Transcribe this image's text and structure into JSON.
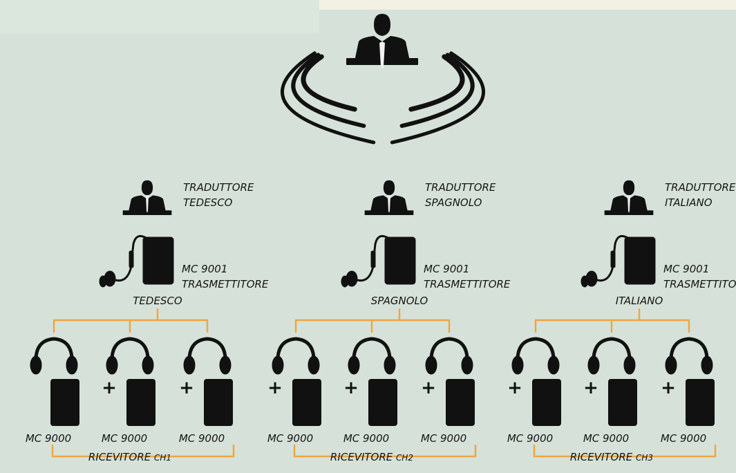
{
  "colors": {
    "background": "#d6e2d9",
    "panel_top_left": "#dbe7dc",
    "panel_top_right": "#f2f1e3",
    "connector": "#f0a640",
    "figure": "#111111"
  },
  "speaker": {
    "icon": "speaker-at-podium-icon"
  },
  "waves": {
    "icon": "sound-waves-icon"
  },
  "groups": [
    {
      "translator": [
        "TRADUTTORE",
        "TEDESCO"
      ],
      "transmitter": [
        "MC 9001",
        "TRASMETTITORE"
      ],
      "language": "TEDESCO",
      "receivers": [
        "MC 9000",
        "MC 9000",
        "MC 9000"
      ],
      "receiver_group": "RICEVITORE",
      "channel": "CH1"
    },
    {
      "translator": [
        "TRADUTTORE",
        "SPAGNOLO"
      ],
      "transmitter": [
        "MC 9001",
        "TRASMETTITORE"
      ],
      "language": "SPAGNOLO",
      "receivers": [
        "MC 9000",
        "MC 9000",
        "MC 9000"
      ],
      "receiver_group": "RICEVITORE",
      "channel": "CH2"
    },
    {
      "translator": [
        "TRADUTTORE",
        "ITALIANO"
      ],
      "transmitter": [
        "MC 9001",
        "TRASMETTITORE"
      ],
      "language": "ITALIANO",
      "receivers": [
        "MC 9000",
        "MC 9000",
        "MC 9000"
      ],
      "receiver_group": "RICEVITORE",
      "channel": "CH3"
    }
  ]
}
